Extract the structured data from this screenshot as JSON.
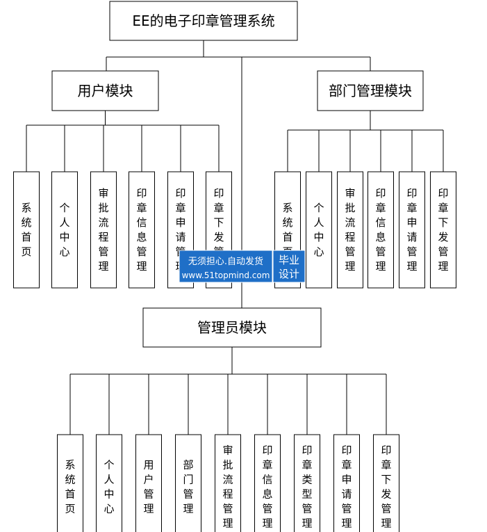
{
  "root": {
    "label": "EE的电子印章管理系统"
  },
  "modules": [
    {
      "id": "user",
      "label": "用户模块",
      "children": [
        "系统首页",
        "个人中心",
        "审批流程管理",
        "印章信息管理",
        "印章申请管理",
        "印章下发管理"
      ]
    },
    {
      "id": "dept",
      "label": "部门管理模块",
      "children": [
        "系统首页",
        "个人中心",
        "审批流程管理",
        "印章信息管理",
        "印章申请管理",
        "印章下发管理"
      ]
    },
    {
      "id": "admin",
      "label": "管理员模块",
      "children": [
        "系统首页",
        "个人中心",
        "用户管理",
        "部门管理",
        "审批流程管理",
        "印章信息管理",
        "印章类型管理",
        "印章申请管理",
        "印章下发管理"
      ]
    }
  ],
  "watermark": {
    "line1": "无须担心.自动发货",
    "line2": "www.51topmind.com",
    "badge_line1": "毕业",
    "badge_line2": "设计",
    "color": "#1f6fc7"
  }
}
